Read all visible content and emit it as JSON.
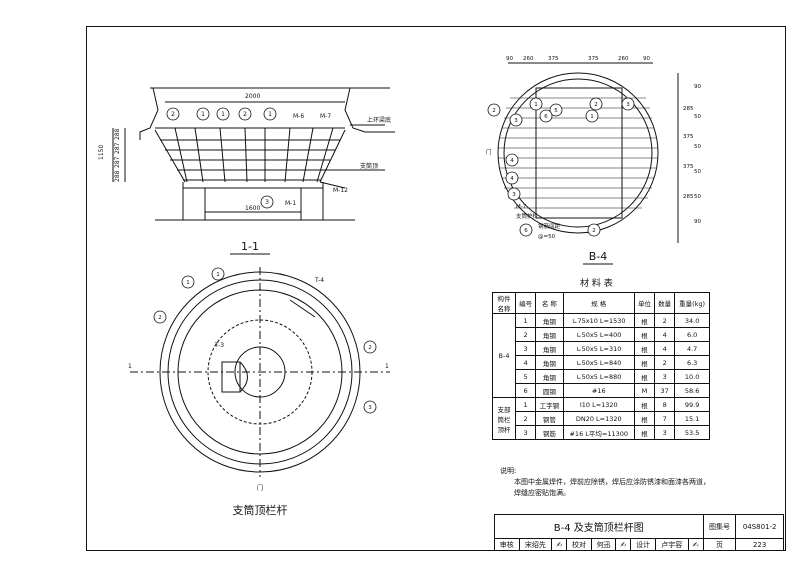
{
  "section_1_1": {
    "title": "1-1",
    "dim_top": "2000",
    "dim_bottom": "1600",
    "dim_left_total": "1150",
    "dim_left_parts": [
      "288",
      "287",
      "287",
      "288"
    ],
    "label_m6": "M-6",
    "label_m7": "M-7",
    "label_m12": "M-12",
    "label_m1": "M-1",
    "label_ring": "上环梁底",
    "label_top": "支筒顶",
    "callouts": [
      "2",
      "1",
      "1",
      "2",
      "1",
      "3"
    ]
  },
  "b4": {
    "title": "B-4",
    "dims_top": [
      "90",
      "260",
      "375",
      "375",
      "260",
      "90"
    ],
    "dims_right": [
      "285",
      "375",
      "375",
      "285"
    ],
    "dims_right_small": [
      "90",
      "50",
      "50",
      "50",
      "50",
      "90"
    ],
    "label_door": "门",
    "label_m7": "M-7",
    "label_handrail": "支筒护栏",
    "label_rebar_gap": "钢筋间距",
    "label_at50": "@=50",
    "callouts": [
      "2",
      "1",
      "3",
      "2",
      "3",
      "5",
      "6",
      "1",
      "4",
      "4",
      "3",
      "6",
      "2"
    ]
  },
  "plan": {
    "title": "支筒顶栏杆",
    "label_t3": "T-3",
    "label_t4": "T-4",
    "label_door": "门",
    "section_mark": "1",
    "callouts": [
      "1",
      "1",
      "2",
      "2",
      "3"
    ]
  },
  "material_table": {
    "title": "材 料 表",
    "headers": [
      "构件名称",
      "编号",
      "名 称",
      "规 格",
      "单位",
      "数量",
      "重量(kg)"
    ],
    "group1": "B-4",
    "group2": "支部筒栏顶杆",
    "rows": [
      [
        "1",
        "角钢",
        "∟75x10  L=1530",
        "根",
        "2",
        "34.0"
      ],
      [
        "2",
        "角钢",
        "∟50x5  L=400",
        "根",
        "4",
        "6.0"
      ],
      [
        "3",
        "角钢",
        "∟50x5  L=310",
        "根",
        "4",
        "4.7"
      ],
      [
        "4",
        "角钢",
        "∟50x5  L=840",
        "根",
        "2",
        "6.3"
      ],
      [
        "5",
        "角钢",
        "∟50x5  L=880",
        "根",
        "3",
        "10.0"
      ],
      [
        "6",
        "圆钢",
        "#16",
        "M",
        "37",
        "58.6"
      ],
      [
        "1",
        "工字钢",
        "I10  L=1320",
        "根",
        "8",
        "99.9"
      ],
      [
        "2",
        "钢管",
        "DN20  L=1320",
        "根",
        "7",
        "15.1"
      ],
      [
        "3",
        "钢筋",
        "#16  L平均=11300",
        "根",
        "3",
        "53.5"
      ]
    ]
  },
  "notes": {
    "heading": "说明:",
    "line1": "本图中金属焊件，焊前应除锈，焊后应涂防锈漆和面漆各两道，",
    "line2": "焊缝应密贴饱满。"
  },
  "title_block": {
    "drawing_title": "B-4 及支筒顶栏杆图",
    "atlas_label": "图集号",
    "atlas_no": "04S801-2",
    "review": "审核",
    "reviewer": "宋绍先",
    "check": "校对",
    "checker": "何迅",
    "design": "设计",
    "designer": "卢宇容",
    "page_label": "页",
    "page_no": "223"
  }
}
